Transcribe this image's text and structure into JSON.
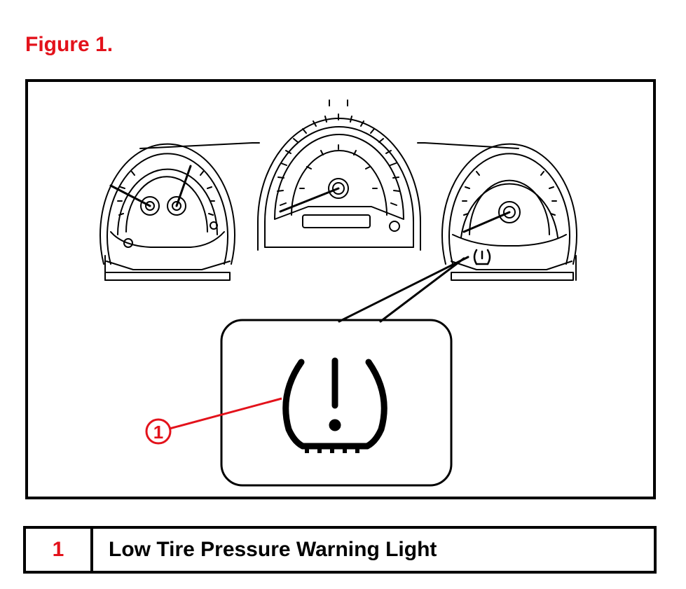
{
  "figure": {
    "title": "Figure 1."
  },
  "colors": {
    "accent": "#e3121b",
    "ink": "#000000",
    "background": "#ffffff"
  },
  "diagram": {
    "callout_number": "1",
    "indicator_icon": "tire-pressure-warning-icon"
  },
  "legend": {
    "rows": [
      {
        "number": "1",
        "label": "Low Tire Pressure Warning Light"
      }
    ]
  }
}
